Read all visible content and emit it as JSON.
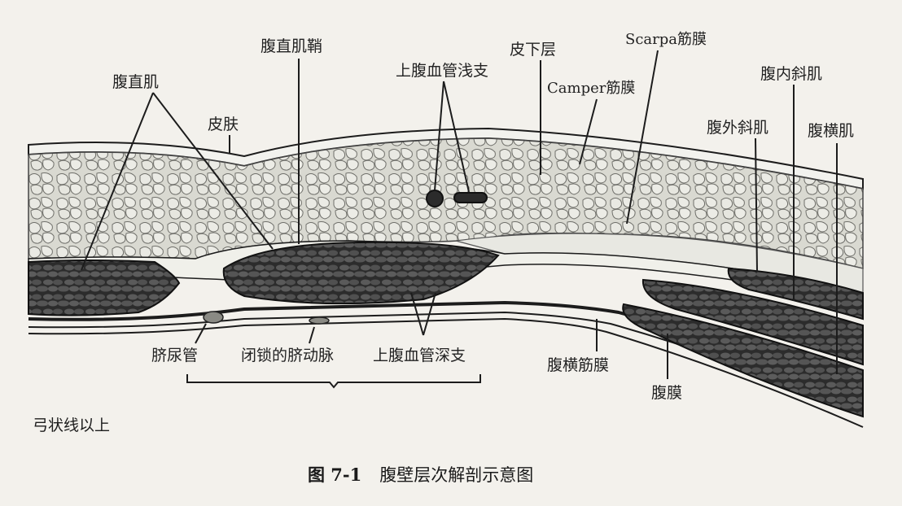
{
  "labels": {
    "rectus_abdominis": "腹直肌",
    "skin": "皮肤",
    "rectus_sheath": "腹直肌鞘",
    "superficial_epigastric": "上腹血管浅支",
    "subcutaneous_layer": "皮下层",
    "camper_fascia": "Camper筋膜",
    "scarpa_fascia": "Scarpa筋膜",
    "internal_oblique": "腹内斜肌",
    "external_oblique": "腹外斜肌",
    "transversus_abdominis": "腹横肌",
    "urachus": "脐尿管",
    "obliterated_umbilical_artery": "闭锁的脐动脉",
    "deep_epigastric": "上腹血管深支",
    "transversalis_fascia": "腹横筋膜",
    "peritoneum": "腹膜"
  },
  "note": "弓状线以上",
  "caption": {
    "number": "图 7-1",
    "title": "腹壁层次解剖示意图"
  },
  "colors": {
    "background": "#f3f1ec",
    "fat": "#dcdcd4",
    "muscle": "#3a3a3a",
    "line": "#1c1c1c"
  }
}
